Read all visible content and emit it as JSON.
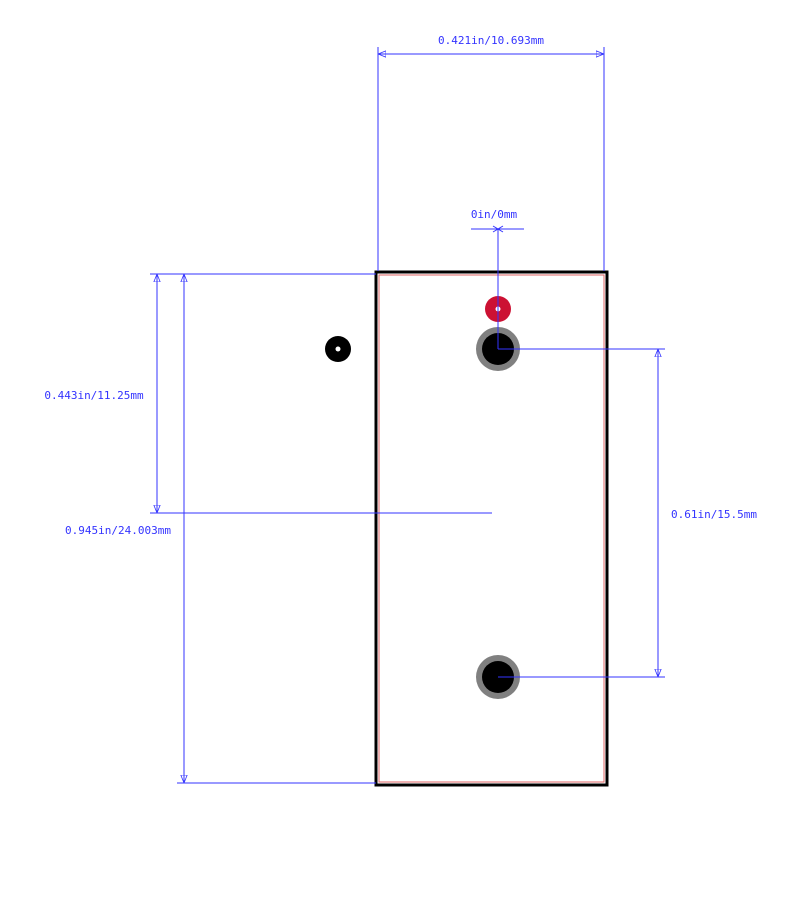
{
  "dimensions": {
    "overall_width": "0.421in/10.693mm",
    "pin_offset": "0in/0mm",
    "center_offset": "0.443in/11.25mm",
    "overall_height": "0.945in/24.003mm",
    "pin_pitch": "0.61in/15.5mm"
  },
  "colors": {
    "dimension": "#3333ff",
    "outline": "#000000",
    "courtyard": "#e06666",
    "pad_ring": "#808080",
    "pad_hole": "#000000",
    "origin_marker": "#cc1133",
    "pin1_marker": "#000000"
  }
}
